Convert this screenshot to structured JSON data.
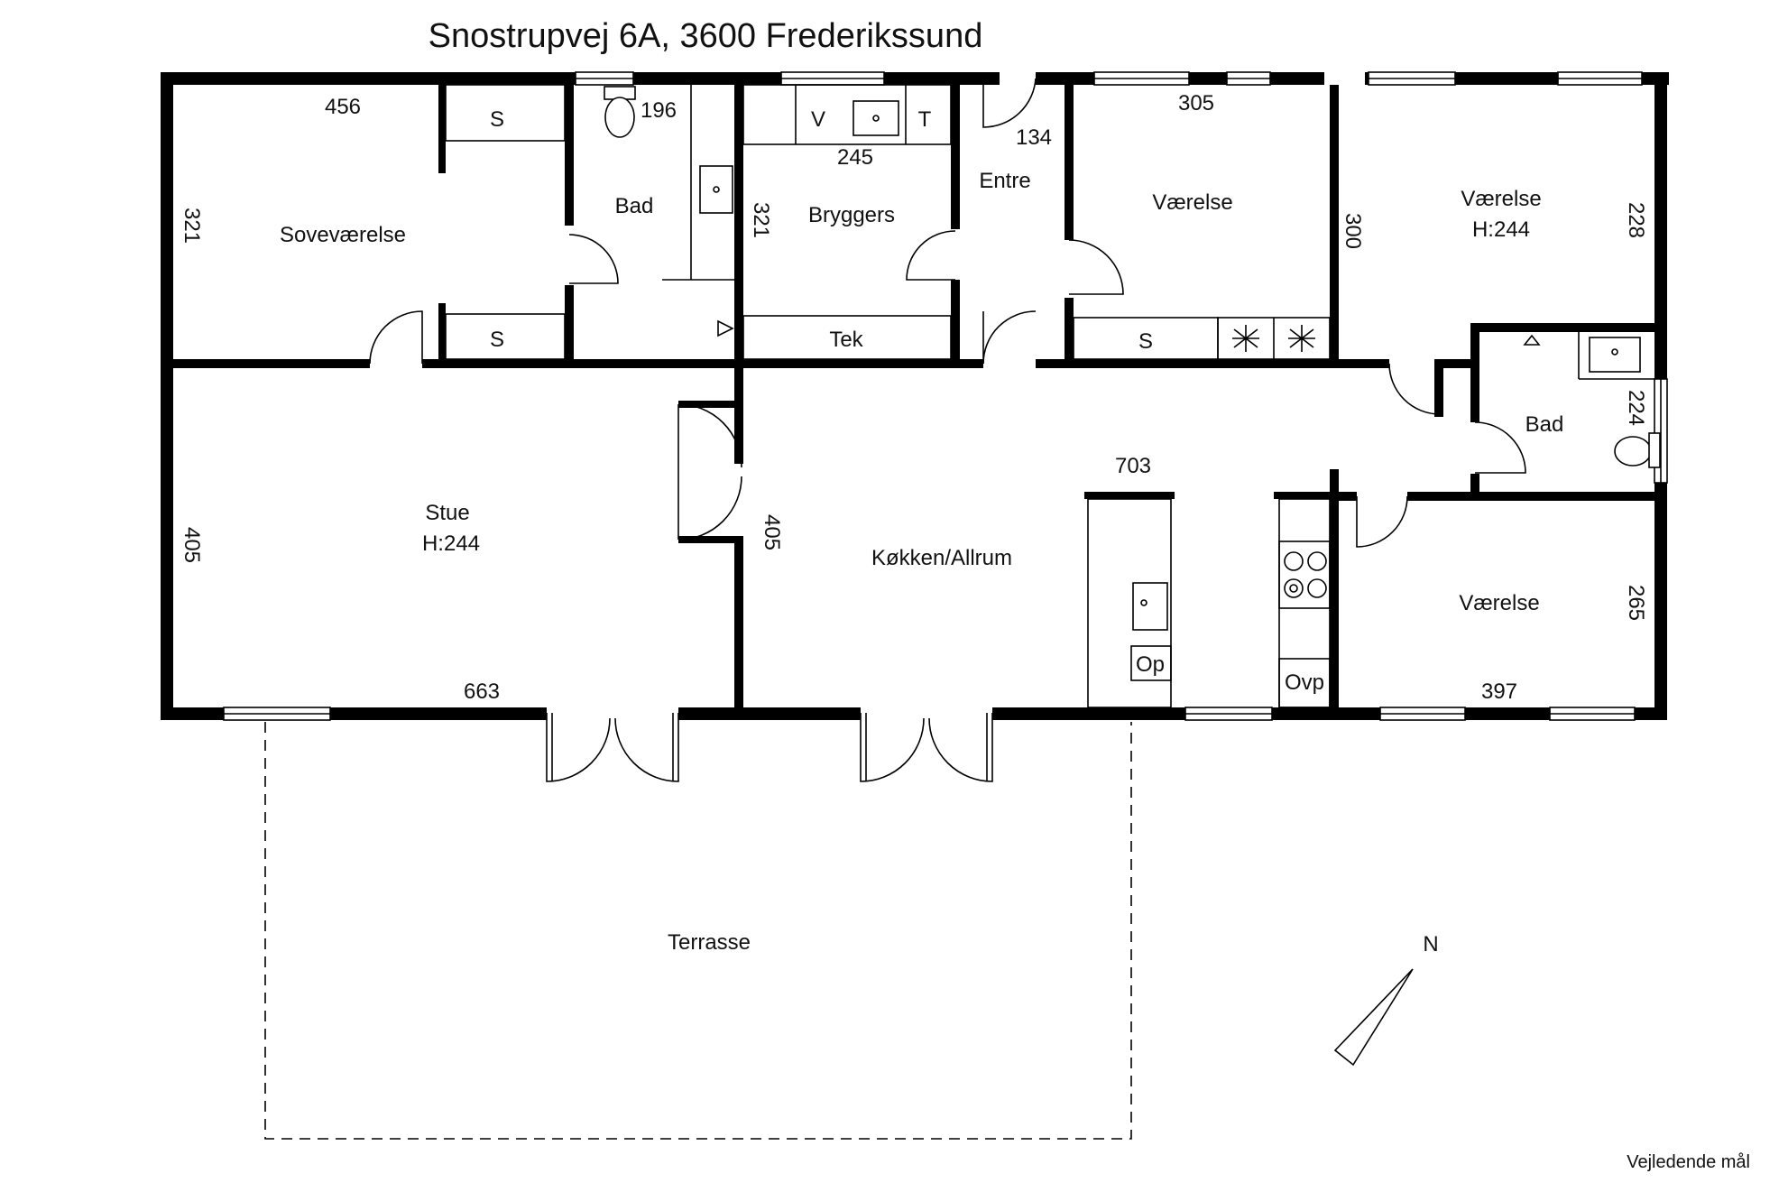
{
  "title": "Snostrupvej 6A, 3600 Frederikssund",
  "rooms": {
    "sovevaerelse": "Soveværelse",
    "bad1": "Bad",
    "bryggers": "Bryggers",
    "entre": "Entre",
    "vaerelse1": "Værelse",
    "vaerelse2": "Værelse",
    "vaerelse2_height": "H:244",
    "bad2": "Bad",
    "stue": "Stue",
    "stue_height": "H:244",
    "kokken": "Køkken/Allrum",
    "vaerelse3": "Værelse",
    "terrasse": "Terrasse"
  },
  "fixtures": {
    "skab_1": "S",
    "skab_2": "S",
    "skab_3": "S",
    "vaskemaskine": "V",
    "torretumbler": "T",
    "teknik": "Tek",
    "opvask": "Op",
    "ovn": "Ovp"
  },
  "dimensions": {
    "sove_width": "456",
    "sove_depth": "321",
    "bad1_width": "196",
    "bryggers_width": "245",
    "bryggers_depth": "321",
    "entre_width": "134",
    "vaerelse1_width": "305",
    "vaerelse2_depth_left": "300",
    "vaerelse2_depth_right": "228",
    "bad2_depth": "224",
    "stue_depth": "405",
    "stue_width": "663",
    "kokken_depth": "405",
    "kokken_width": "703",
    "vaerelse3_depth": "265",
    "vaerelse3_width": "397"
  },
  "compass": "N",
  "disclaimer": "Vejledende mål"
}
